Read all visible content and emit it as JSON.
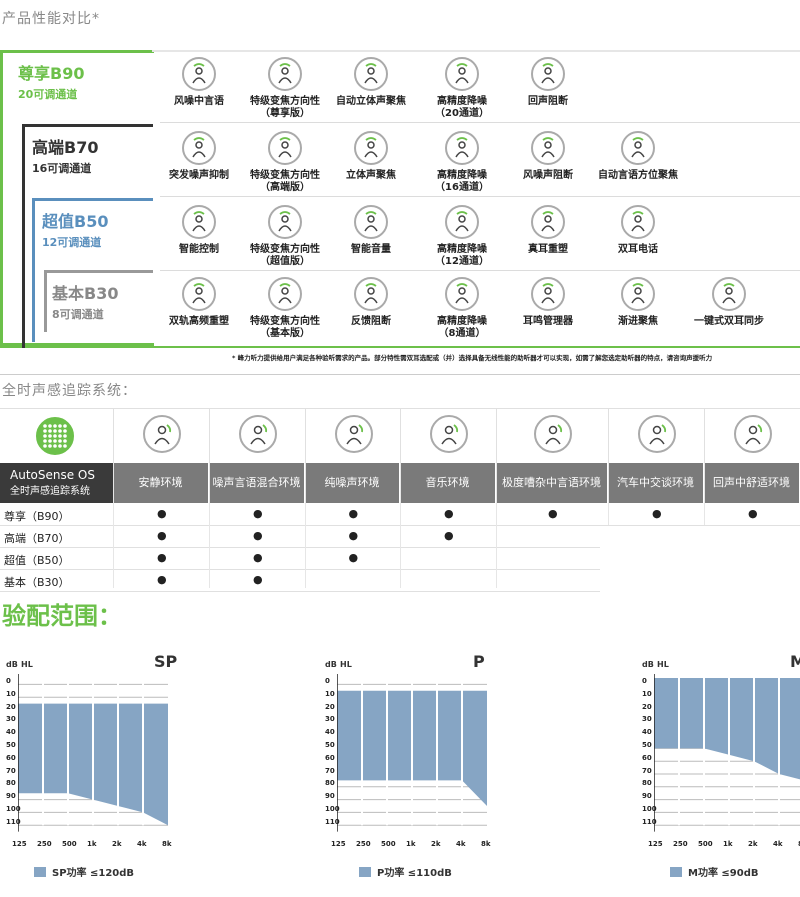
{
  "section1": {
    "title": "产品性能对比*",
    "tiers": [
      {
        "name": "尊享B90",
        "channels": "20可调通道",
        "color": "#6cc04a"
      },
      {
        "name": "高端B70",
        "channels": "16可调通道",
        "color": "#333333"
      },
      {
        "name": "超值B50",
        "channels": "12可调通道",
        "color": "#5a8fbd"
      },
      {
        "name": "基本B30",
        "channels": "8可调通道",
        "color": "#888888"
      }
    ],
    "rows": [
      [
        {
          "l1": "风噪中言语",
          "l2": "",
          "icon": "speech-in-wind-icon"
        },
        {
          "l1": "特级变焦方向性",
          "l2": "（尊享版）",
          "icon": "zoom-directivity-icon"
        },
        {
          "l1": "自动立体声聚焦",
          "l2": "",
          "icon": "stereo-zoom-icon"
        },
        {
          "l1": "高精度降噪",
          "l2": "（20通道）",
          "icon": "noise-block-icon"
        },
        {
          "l1": "回声阻断",
          "l2": "",
          "icon": "echo-block-icon"
        }
      ],
      [
        {
          "l1": "突发噪声抑制",
          "l2": "",
          "icon": "sound-relax-icon"
        },
        {
          "l1": "特级变焦方向性",
          "l2": "（高端版）",
          "icon": "zoom-directivity-icon"
        },
        {
          "l1": "立体声聚焦",
          "l2": "",
          "icon": "stereo-zoom-icon"
        },
        {
          "l1": "高精度降噪",
          "l2": "（16通道）",
          "icon": "noise-block-icon"
        },
        {
          "l1": "风噪声阻断",
          "l2": "",
          "icon": "wind-block-icon"
        },
        {
          "l1": "自动言语方位聚焦",
          "l2": "",
          "icon": "speech-360-icon"
        }
      ],
      [
        {
          "l1": "智能控制",
          "l2": "",
          "icon": "smart-control-icon"
        },
        {
          "l1": "特级变焦方向性",
          "l2": "（超值版）",
          "icon": "zoom-directivity-icon"
        },
        {
          "l1": "智能音量",
          "l2": "",
          "icon": "smart-volume-icon"
        },
        {
          "l1": "高精度降噪",
          "l2": "（12通道）",
          "icon": "noise-block-icon"
        },
        {
          "l1": "真耳重塑",
          "l2": "",
          "icon": "real-ear-icon"
        },
        {
          "l1": "双耳电话",
          "l2": "",
          "icon": "duophone-icon"
        }
      ],
      [
        {
          "l1": "双轨高频重塑",
          "l2": "",
          "icon": "frequency-comp-icon"
        },
        {
          "l1": "特级变焦方向性",
          "l2": "（基本版）",
          "icon": "zoom-directivity-icon"
        },
        {
          "l1": "反馈阻断",
          "l2": "",
          "icon": "feedback-block-icon"
        },
        {
          "l1": "高精度降噪",
          "l2": "（8通道）",
          "icon": "noise-block-icon"
        },
        {
          "l1": "耳鸣管理器",
          "l2": "",
          "icon": "tinnitus-icon"
        },
        {
          "l1": "渐进聚焦",
          "l2": "",
          "icon": "auto-acclimatization-icon"
        },
        {
          "l1": "一键式双耳同步",
          "l2": "",
          "icon": "binaural-sync-icon"
        }
      ]
    ],
    "footnote": "* 峰力听力提供给用户满足各种验听需求的产品。部分特性需双耳选配或（并）选择具备无线性能的助听器才可以实现，如需了解您选定助听器的特点，请咨询声援听力"
  },
  "section2": {
    "title": "全时声感追踪系统：",
    "os_title": "AutoSense OS",
    "os_sub": "全时声感追踪系统",
    "environments": [
      {
        "label": "安静环境",
        "icon": "calm-situation-icon"
      },
      {
        "label": "噪声言语混合环境",
        "icon": "speech-in-noise-icon"
      },
      {
        "label": "纯噪声环境",
        "icon": "comfort-in-noise-icon"
      },
      {
        "label": "音乐环境",
        "icon": "music-icon"
      },
      {
        "label": "极度嘈杂中言语环境",
        "icon": "speech-in-loud-noise-icon"
      },
      {
        "label": "汽车中交谈环境",
        "icon": "speech-in-car-icon"
      },
      {
        "label": "回声中舒适环境",
        "icon": "comfort-in-echo-icon"
      }
    ],
    "rows": [
      {
        "name": "尊享（B90）",
        "marks": [
          "●",
          "●",
          "●",
          "●",
          "●",
          "●",
          "●"
        ]
      },
      {
        "name": "高端（B70）",
        "marks": [
          "●",
          "●",
          "●",
          "●",
          "",
          "",
          ""
        ]
      },
      {
        "name": "超值（B50）",
        "marks": [
          "●",
          "●",
          "●",
          "",
          "",
          "",
          ""
        ]
      },
      {
        "name": "基本（B30）",
        "marks": [
          "●",
          "●",
          "",
          "",
          "",
          "",
          ""
        ]
      }
    ]
  },
  "section3": {
    "title": "验配范围：",
    "y_ticks": [
      "0",
      "10",
      "20",
      "30",
      "40",
      "50",
      "60",
      "70",
      "80",
      "90",
      "100",
      "110"
    ],
    "x_ticks": [
      "125",
      "250",
      "500",
      "1k",
      "2k",
      "4k",
      "8k"
    ],
    "axis_unit": "dB",
    "axis_hl": "HL",
    "charts": [
      {
        "label": "SP",
        "legend": "SP功率 ≤120dB",
        "upper": [
          20,
          20,
          20,
          20,
          20,
          20,
          20
        ],
        "lower": [
          90,
          90,
          90,
          95,
          100,
          105,
          115
        ]
      },
      {
        "label": "P",
        "legend": "P功率 ≤110dB",
        "upper": [
          10,
          10,
          10,
          10,
          10,
          10,
          10
        ],
        "lower": [
          80,
          80,
          80,
          80,
          80,
          80,
          100
        ]
      },
      {
        "label": "M",
        "legend": "M功率 ≤90dB",
        "upper": [
          0,
          0,
          0,
          0,
          0,
          0,
          0
        ],
        "lower": [
          55,
          55,
          55,
          60,
          65,
          75,
          80
        ]
      }
    ]
  },
  "colors": {
    "green": "#6cc04a",
    "blue": "#86a5c4",
    "gray_bar": "#7a7a7a"
  }
}
